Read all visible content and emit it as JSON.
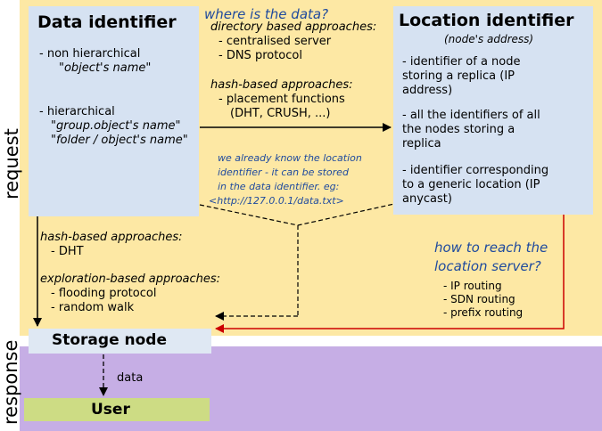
{
  "sections": {
    "request": "request",
    "response": "response"
  },
  "data_identifier": {
    "title": "Data identifier",
    "non_hierarchical": {
      "label": "- non hierarchical",
      "example": "\"object's name\""
    },
    "hierarchical": {
      "label": "- hierarchical",
      "examples": [
        "\"group.object's name\"",
        "\"folder / object's name\""
      ]
    }
  },
  "location_identifier": {
    "title": "Location identifier",
    "subtitle": "(node's address)",
    "items": [
      [
        "- identifier of a node",
        "  storing a replica (IP",
        "  address)"
      ],
      [
        "- all the identifiers of all",
        "  the nodes storing a",
        "  replica"
      ],
      [
        "- identifier corresponding",
        "  to a generic location (IP",
        "  anycast)"
      ]
    ]
  },
  "where": {
    "heading": "where is the data?",
    "directory_heading": "directory based approaches:",
    "directory_items": [
      "- centralised server",
      "- DNS protocol"
    ],
    "hash_heading": "hash-based approaches:",
    "hash_items": [
      "- placement functions",
      "(DHT, CRUSH, ...)"
    ]
  },
  "known_location_note": [
    "we already know the location",
    "identifier - it can be stored",
    "in the data identifier. eg:",
    "<http://127.0.0.1/data.txt>"
  ],
  "lookup": {
    "hash_heading": "hash-based approaches:",
    "hash_items": [
      "- DHT"
    ],
    "exploration_heading": "exploration-based approaches:",
    "exploration_items": [
      "- flooding protocol",
      "- random walk"
    ]
  },
  "reach": {
    "heading": [
      "how to reach the",
      "location server?"
    ],
    "items": [
      "- IP routing",
      "- SDN routing",
      "- prefix routing"
    ]
  },
  "storage_node": "Storage node",
  "user": "User",
  "data_edge_label": "data",
  "colors": {
    "request_band": "#fde8a4",
    "response_band": "#c6aee5",
    "box": "#d6e2f2",
    "user_box": "#cddc84",
    "annotation": "#1f4a9e",
    "routing_arrow": "#cc0000"
  }
}
